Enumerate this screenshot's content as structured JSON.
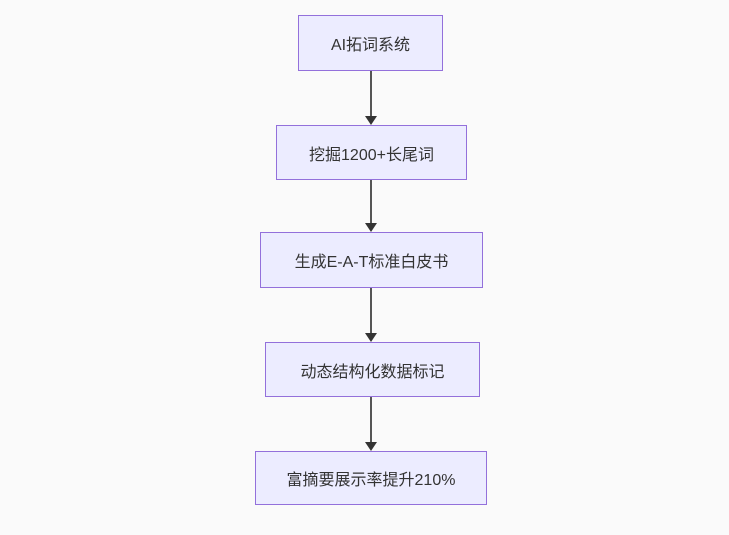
{
  "diagram": {
    "type": "flowchart",
    "direction": "top-down",
    "nodes": [
      {
        "id": "n1",
        "label": "AI拓词系统"
      },
      {
        "id": "n2",
        "label": "挖掘1200+长尾词"
      },
      {
        "id": "n3",
        "label": "生成E-A-T标准白皮书"
      },
      {
        "id": "n4",
        "label": "动态结构化数据标记"
      },
      {
        "id": "n5",
        "label": "富摘要展示率提升210%"
      }
    ],
    "edges": [
      {
        "from": "n1",
        "to": "n2"
      },
      {
        "from": "n2",
        "to": "n3"
      },
      {
        "from": "n3",
        "to": "n4"
      },
      {
        "from": "n4",
        "to": "n5"
      }
    ],
    "colors": {
      "node_fill": "#ECECFF",
      "node_border": "#9370DB",
      "text": "#333333",
      "arrow_line": "#555555",
      "arrow_head": "#333333",
      "background": "#FAFAFA"
    }
  }
}
